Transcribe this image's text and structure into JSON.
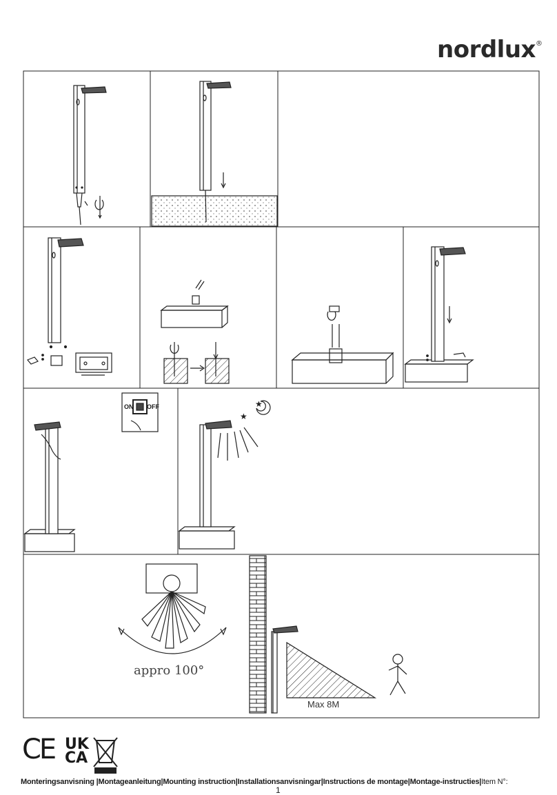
{
  "brand": {
    "logo_text": "nordlux",
    "registered": "®"
  },
  "panels": {
    "switch": {
      "on_label": "ON",
      "off_label": "OFF"
    },
    "sensor_angle": {
      "label": "appro 100°"
    },
    "sensor_range": {
      "label": "Max 8M"
    }
  },
  "certifications": {
    "ce": "CE",
    "ukca_top": "UK",
    "ukca_bottom": "CA"
  },
  "footer": {
    "title": "Monteringsanvisning |Montageanleitung|Mounting instruction|Installationsanvisningar|Instructions de montage|Montage-instructies|",
    "item_label": "Item N°:",
    "page_number": "1"
  }
}
